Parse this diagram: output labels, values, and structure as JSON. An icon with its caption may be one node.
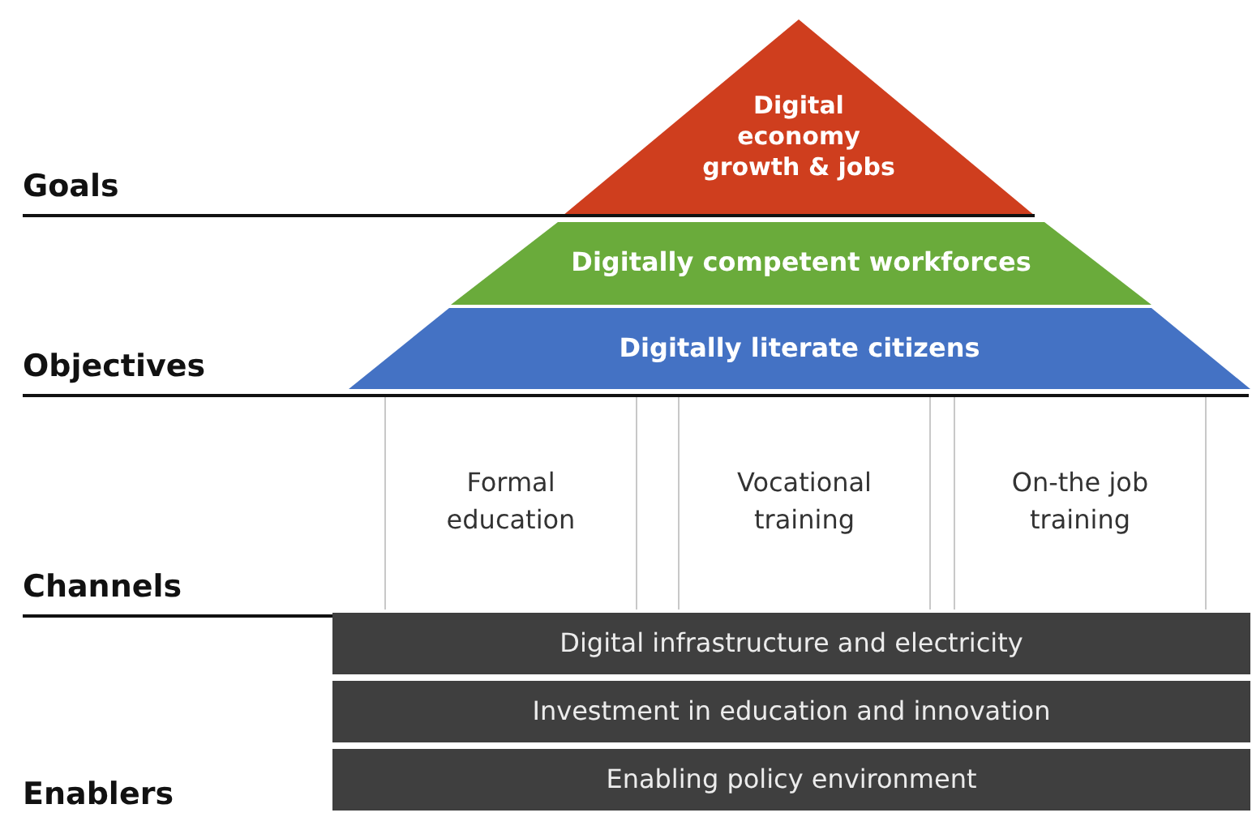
{
  "diagram": {
    "nodes": [
      {
        "text": [
          "Digital economy growth & jobs"
        ]
      },
      {
        "text": [
          "Digitally competent workforces"
        ]
      },
      {
        "text": [
          "Digitally literate citizens"
        ]
      },
      {
        "text": [
          "Formal education"
        ]
      },
      {
        "text": [
          "Vocational training"
        ]
      },
      {
        "text": [
          "On-the job training"
        ]
      },
      {
        "text": [
          "Digital infrastructure and electricity"
        ]
      },
      {
        "text": [
          "Investment in education and innovation"
        ]
      },
      {
        "text": [
          "Enabling policy environment"
        ]
      }
    ],
    "edges": [],
    "labels": [
      "Goals",
      "Objectives",
      "Channels",
      "Enablers"
    ]
  }
}
